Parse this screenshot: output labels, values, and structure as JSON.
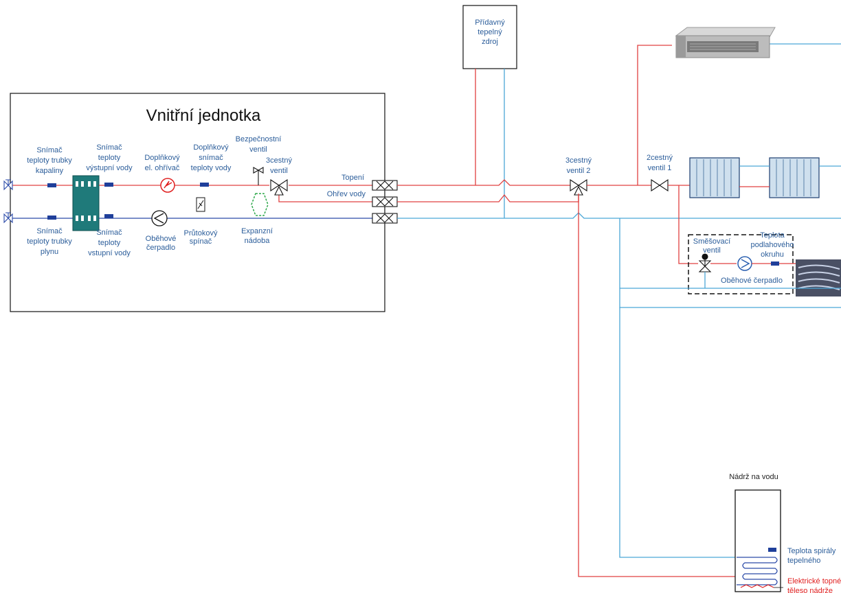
{
  "indoor_unit": {
    "title": "Vnitřní jednotka",
    "sensor_liquid": [
      "Snímač",
      "teploty trubky",
      "kapaliny"
    ],
    "sensor_gas": [
      "Snímač",
      "teploty trubky",
      "plynu"
    ],
    "sensor_outlet": [
      "Snímač",
      "teploty",
      "výstupní vody"
    ],
    "sensor_inlet": [
      "Snímač",
      "teploty",
      "vstupní vody"
    ],
    "aux_heater": [
      "Doplňkový",
      "el. ohřívač"
    ],
    "aux_sensor": [
      "Doplňkový",
      "snímač",
      "teploty vody"
    ],
    "safety_valve": [
      "Bezpečnostní",
      "ventil"
    ],
    "valve_3way": [
      "3cestný",
      "ventil"
    ],
    "pump": [
      "Oběhové",
      "čerpadlo"
    ],
    "flow_switch": [
      "Průtokový",
      "spínač"
    ],
    "expansion": [
      "Expanzní",
      "nádoba"
    ],
    "heating": "Topení",
    "hot_water": "Ohřev vody"
  },
  "aux_source": [
    "Přídavný",
    "tepelný",
    "zdroj"
  ],
  "valve_3way_2": [
    "3cestný",
    "ventil 2"
  ],
  "valve_2way_1": [
    "2cestný",
    "ventil 1"
  ],
  "mixing_group": {
    "mixing_valve": [
      "Směšovací",
      "ventil"
    ],
    "floor_temp": [
      "Teplota",
      "podlahového",
      "okruhu"
    ],
    "pump": "Oběhové čerpadlo"
  },
  "tank": {
    "title": "Nádrž na vodu",
    "coil_temp": [
      "Teplota spirály",
      "tepelného"
    ],
    "heater": [
      "Elektrické topné",
      "těleso nádrže"
    ]
  },
  "colors": {
    "heating_line": "#e04040",
    "return_line": "#4aa6d6",
    "refrigerant_line": "#2a4aa8",
    "label": "#2b5d9a"
  }
}
